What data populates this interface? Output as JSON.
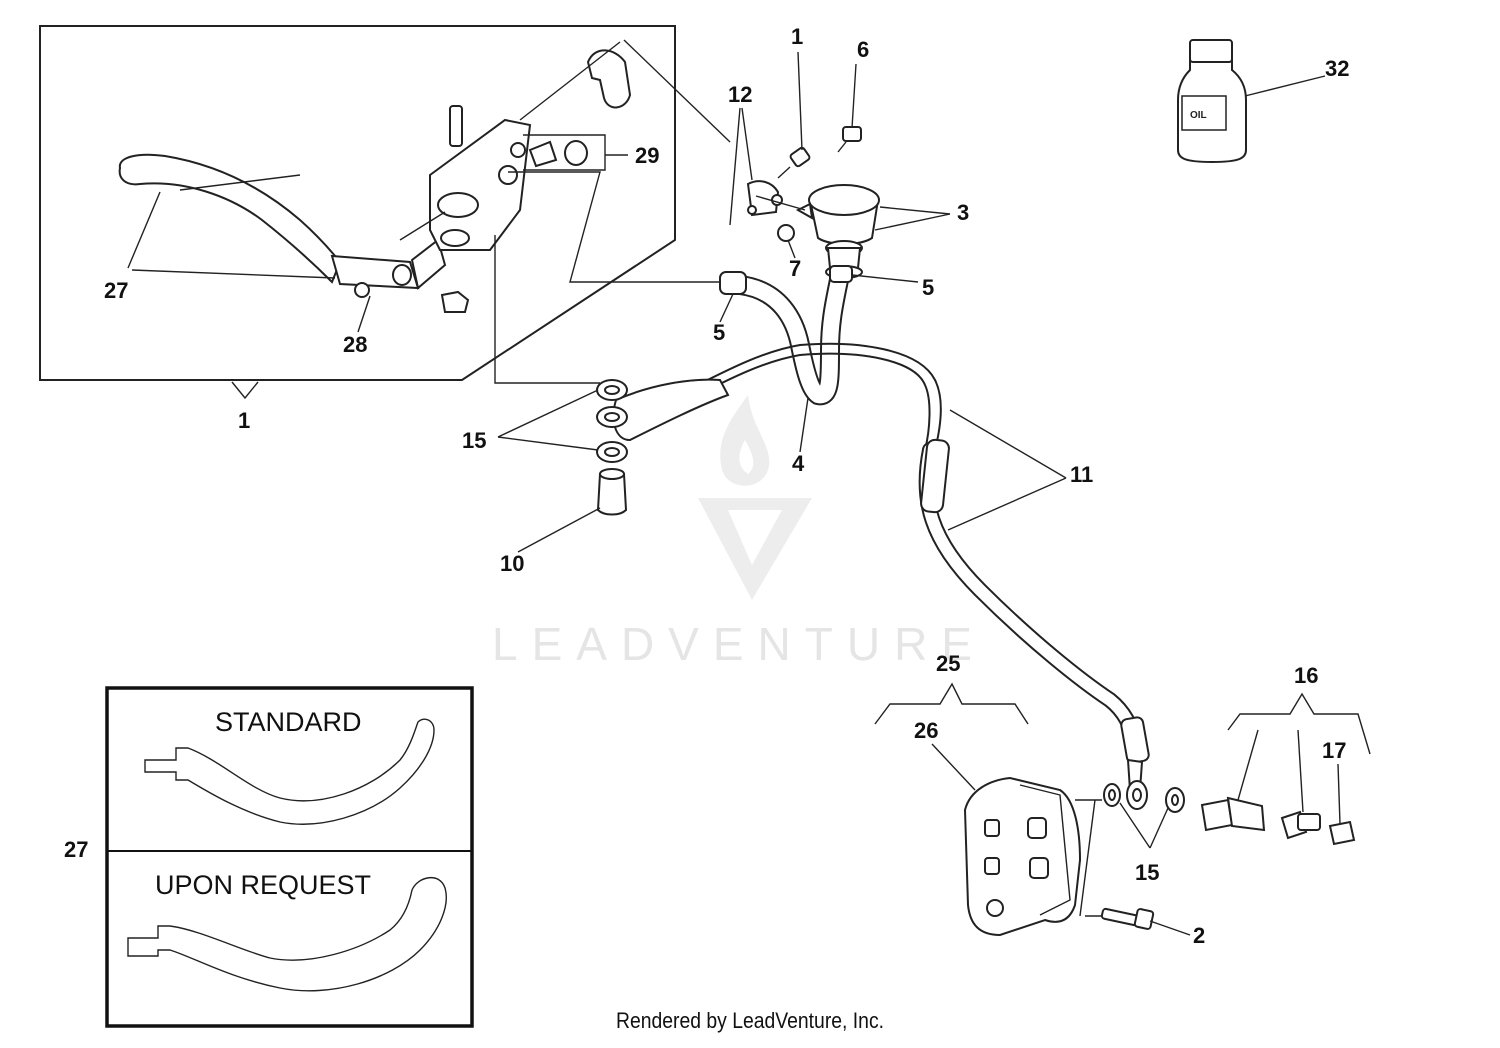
{
  "diagram": {
    "callouts": {
      "c1_top": "1",
      "c6": "6",
      "c12": "12",
      "c32": "32",
      "c29": "29",
      "c3": "3",
      "c7": "7",
      "c5_right": "5",
      "c27_top": "27",
      "c28": "28",
      "c5_left": "5",
      "c1_box": "1",
      "c15_top": "15",
      "c4": "4",
      "c11": "11",
      "c10": "10",
      "c25": "25",
      "c16": "16",
      "c26": "26",
      "c17": "17",
      "c15_bottom": "15",
      "c2": "2",
      "c27_box": "27"
    },
    "lever_box": {
      "standard_label": "STANDARD",
      "request_label": "UPON REQUEST"
    },
    "bottle_label": "OIL",
    "watermark": "LEADVENTURE",
    "footer": "Rendered by LeadVenture, Inc."
  }
}
